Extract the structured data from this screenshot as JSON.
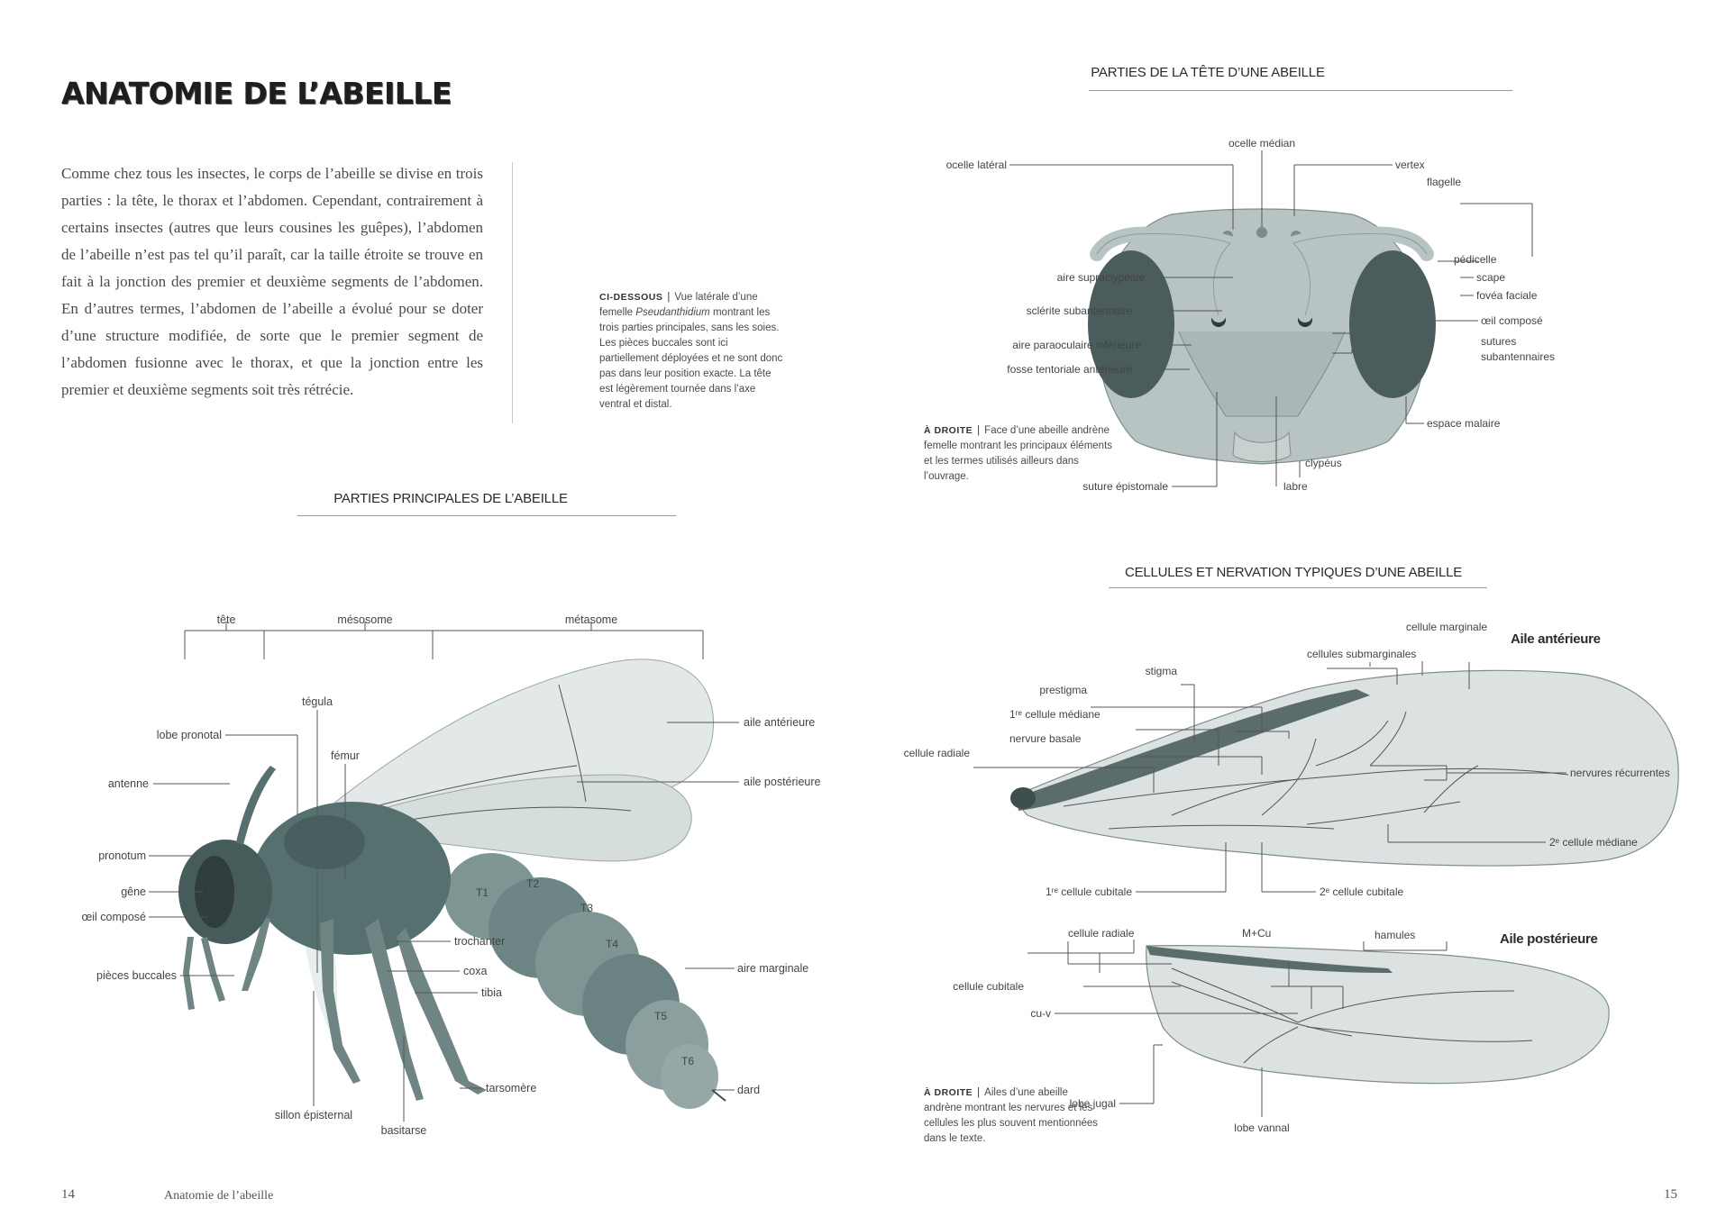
{
  "left_page": {
    "title": "ANATOMIE DE L’ABEILLE",
    "body": "Comme chez tous les insectes, le corps de l’abeille se divise en trois parties : la tête, le thorax et l’abdomen. Cependant, contrairement à certains insectes (autres que leurs cousines les guêpes), l’abdomen de l’abeille n’est pas tel qu’il paraît, car la taille étroite se trouve en fait à la jonction des premier et deuxième segments de l’abdomen. En d’autres termes, l’abdomen de l’abeille a évolué pour se doter d’une structure modifiée, de sorte que le premier segment de l’abdomen fusionne avec le thorax, et que la jonction entre les premier et deuxième segments soit très rétrécie.",
    "caption": {
      "head": "CI-DESSOUS",
      "text_1": "Vue latérale d’une femelle",
      "italic": "Pseudanthidium",
      "text_2": "montrant les trois parties principales, sans les soies. Les pièces buccales sont ici partiellement déployées et ne sont donc pas dans leur position exacte. La tête est légèrement tournée dans l’axe ventral et distal."
    },
    "section_title": "PARTIES PRINCIPALES DE L’ABEILLE",
    "regions": [
      "tête",
      "mésosome",
      "métasome"
    ],
    "labels": {
      "lobe_pronotal": "lobe pronotal",
      "tegula": "tégula",
      "femur": "fémur",
      "antenne": "antenne",
      "pronotum": "pronotum",
      "gene": "gêne",
      "oeil_compose": "œil composé",
      "pieces_buccales": "pièces buccales",
      "aile_anterieure": "aile antérieure",
      "aile_posterieure": "aile postérieure",
      "trochanter": "trochanter",
      "coxa": "coxa",
      "tibia": "tibia",
      "aire_marginale": "aire marginale",
      "tarsomere": "tarsomère",
      "dard": "dard",
      "sillon_episternal": "sillon épisternal",
      "basitarse": "basitarse"
    },
    "segments": [
      "T1",
      "T2",
      "T3",
      "T4",
      "T5",
      "T6"
    ],
    "folio_number": "14",
    "running_head": "Anatomie de l’abeille"
  },
  "right_page": {
    "head_title": "PARTIES DE LA TÊTE D’UNE ABEILLE",
    "head_labels": {
      "ocelle_median": "ocelle médian",
      "ocelle_lateral": "ocelle latéral",
      "vertex": "vertex",
      "flagelle": "flagelle",
      "aire_supraclypeale": "aire supraclypéale",
      "pedicelle": "pédicelle",
      "scape": "scape",
      "sclerite": "sclérite subantennaire",
      "fovea": "fovéa faciale",
      "oeil_compose": "œil composé",
      "aire_paraoculaire": "aire paraoculaire inférieure",
      "sutures_1": "sutures",
      "sutures_2": "subantennaires",
      "fosse_tentoriale": "fosse tentoriale antérieure",
      "espace_malaire": "espace malaire",
      "clypeus": "clypéus",
      "suture_epistomale": "suture épistomale",
      "labre": "labre"
    },
    "head_caption": {
      "head": "À DROITE",
      "text": "Face d’une abeille andrène femelle montrant les principaux éléments et les termes utilisés ailleurs dans l’ouvrage."
    },
    "wing_title": "CELLULES ET NERVATION TYPIQUES D’UNE ABEILLE",
    "fore_wing_name": "Aile antérieure",
    "hind_wing_name": "Aile postérieure",
    "fore_labels": {
      "cellule_marginale": "cellule marginale",
      "cellules_submarginales": "cellules submarginales",
      "stigma": "stigma",
      "prestigma": "prestigma",
      "cellule_mediane_1": "1ʳᵉ cellule médiane",
      "nervure_basale": "nervure basale",
      "cellule_radiale": "cellule radiale",
      "nervures_recurrentes": "nervures récurrentes",
      "cellule_mediane_2": "2ᵉ cellule médiane",
      "cellule_cubitale_1": "1ʳᵉ cellule cubitale",
      "cellule_cubitale_2": "2ᵉ cellule cubitale"
    },
    "hind_labels": {
      "cellule_radiale": "cellule radiale",
      "m_cu": "M+Cu",
      "hamules": "hamules",
      "cellule_cubitale": "cellule cubitale",
      "cu_v": "cu-v",
      "lobe_jugal": "lobe jugal",
      "lobe_vannal": "lobe vannal"
    },
    "wing_caption": {
      "head": "À DROITE",
      "text": "Ailes d’une abeille andrène montrant les nervures et les cellules les plus souvent mentionnées dans le texte."
    },
    "folio_number": "15"
  },
  "colors": {
    "body_dark": "#55706f",
    "body_mid": "#7f9594",
    "wing_fill": "#dfe5e4",
    "head_fill": "#b8c4c3",
    "eye_dark": "#3f4f4e",
    "text": "#444444"
  }
}
